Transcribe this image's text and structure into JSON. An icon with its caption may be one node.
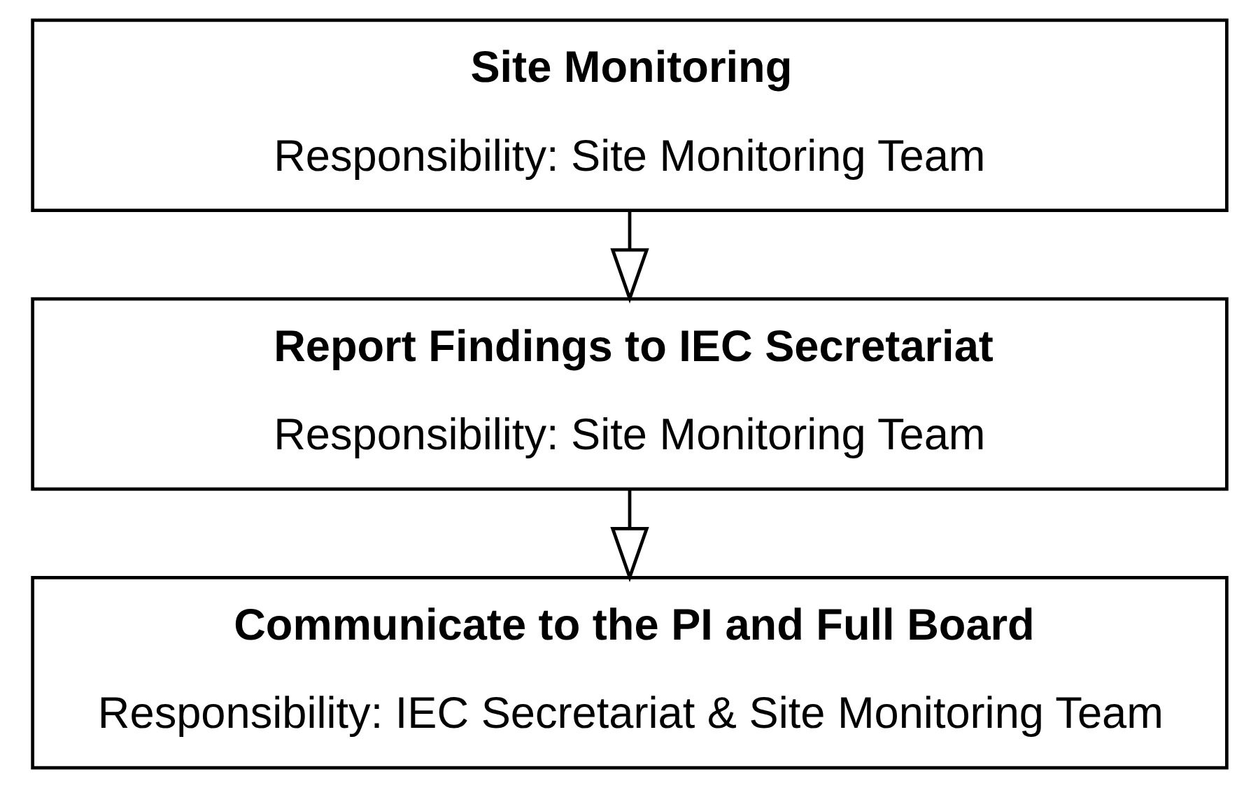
{
  "diagram": {
    "nodes": [
      {
        "text": [
          "Site Monitoring",
          "Responsibility: Site Monitoring Team"
        ]
      },
      {
        "text": [
          "Report Findings to IEC Secretariat",
          "Responsibility: Site Monitoring Team"
        ]
      },
      {
        "text": [
          "Communicate to the PI and Full Board",
          "Responsibility: IEC Secretariat & Site Monitoring Team"
        ]
      }
    ],
    "edges": [
      {
        "from": 0,
        "to": 1,
        "arrow": "to"
      },
      {
        "from": 1,
        "to": 2,
        "arrow": "to"
      }
    ]
  }
}
